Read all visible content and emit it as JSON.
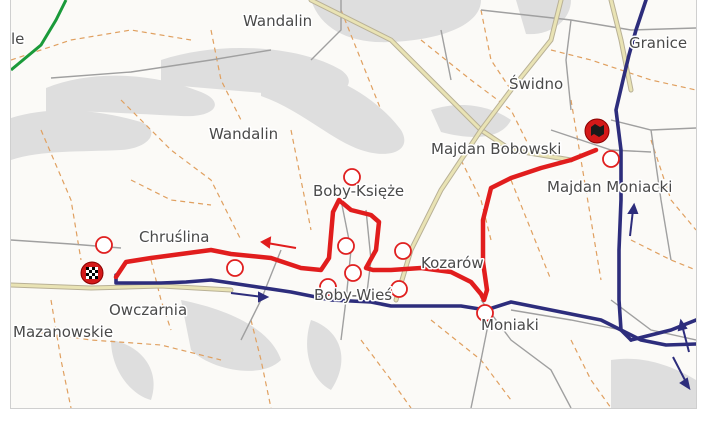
{
  "map": {
    "labels": {
      "wandalin_top": "Wandalin",
      "granice": "Granice",
      "swidno": "Świdno",
      "wandalin_mid": "Wandalin",
      "majdan_bobowski": "Majdan Bobowski",
      "majdan_moniacki": "Majdan Moniacki",
      "boby_ksieze": "Boby-Księże",
      "chruslina": "Chruślina",
      "kozarow": "Kozarów",
      "boby_wies": "Boby-Wieś",
      "owczarnia": "Owczarnia",
      "moniaki": "Moniaki",
      "mazanowskie": "Mazanowskie",
      "edge_fragment": "le"
    },
    "colors": {
      "route": "#e11d1d",
      "route_casing": "#3a0000",
      "blue_line": "#2d2d7c",
      "green_line": "#1a9a3a",
      "road": "#e9e3b4",
      "road_casing": "#b9b196",
      "minor_road": "#9c9c9c",
      "track": "#e0a060",
      "forest": "#dedede",
      "marker_fill": "#ffffff",
      "marker_stroke": "#e02020"
    },
    "icons": {
      "start": "checkered-flag-icon",
      "finish": "finish-marker-icon",
      "route_direction": "left-arrow-icon",
      "blue_line_direction": "arrow-icon"
    }
  }
}
